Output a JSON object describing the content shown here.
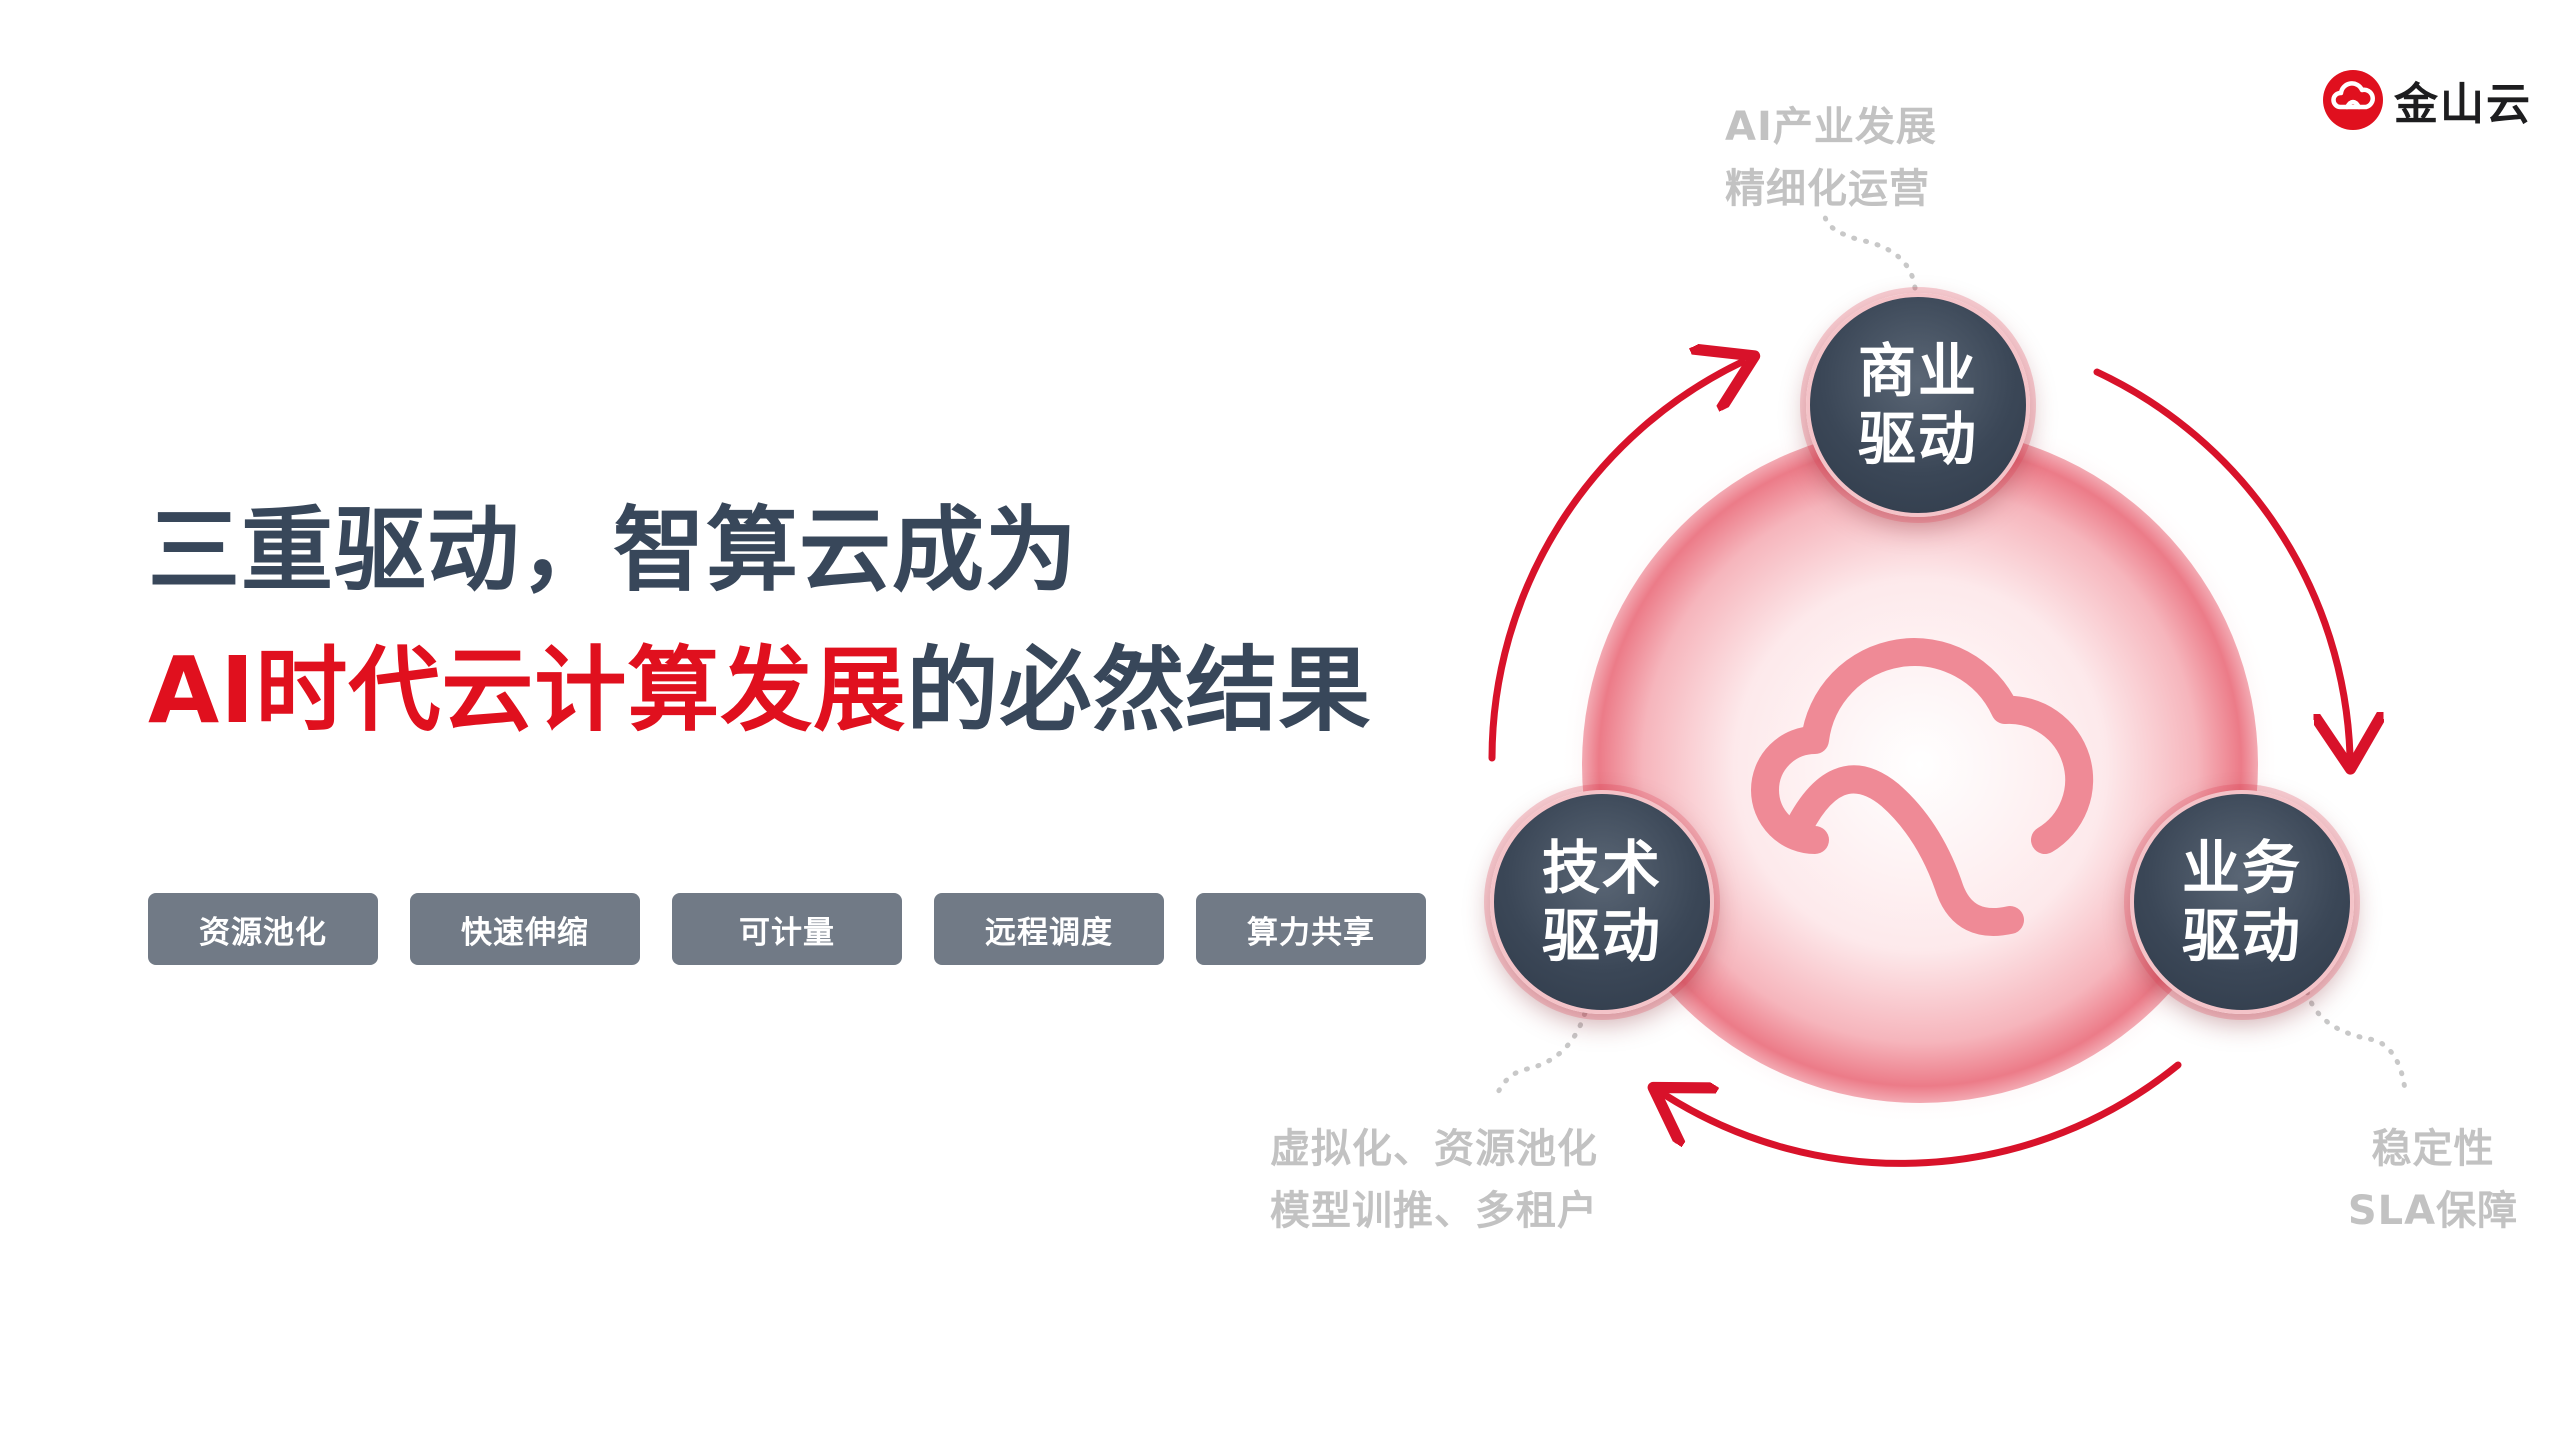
{
  "logo": {
    "name": "金山云",
    "icon": "cloud-logo-icon",
    "brand_color": "#e0101e"
  },
  "title": {
    "line1": "三重驱动，智算云成为",
    "line2_accent": "AI时代云计算发展",
    "line2_rest": "的必然结果"
  },
  "tags": [
    "资源池化",
    "快速伸缩",
    "可计量",
    "远程调度",
    "算力共享"
  ],
  "diagram": {
    "center_icon": "cloud-icon",
    "nodes": {
      "top": {
        "line1": "商业",
        "line2": "驱动"
      },
      "right": {
        "line1": "业务",
        "line2": "驱动"
      },
      "left": {
        "line1": "技术",
        "line2": "驱动"
      }
    },
    "annotations": {
      "top": {
        "line1": "AI产业发展",
        "line2": "精细化运营"
      },
      "left": {
        "line1": "虚拟化、资源池化",
        "line2": "模型训推、多租户"
      },
      "right": {
        "line1": "稳定性",
        "line2": "SLA保障"
      }
    }
  },
  "colors": {
    "accent": "#e0101e",
    "title_dark": "#38475a",
    "tag_bg": "#717a86",
    "node_bg": "#3b4757",
    "annotation_text": "#c2c2c2",
    "arrow": "#d8122a"
  }
}
